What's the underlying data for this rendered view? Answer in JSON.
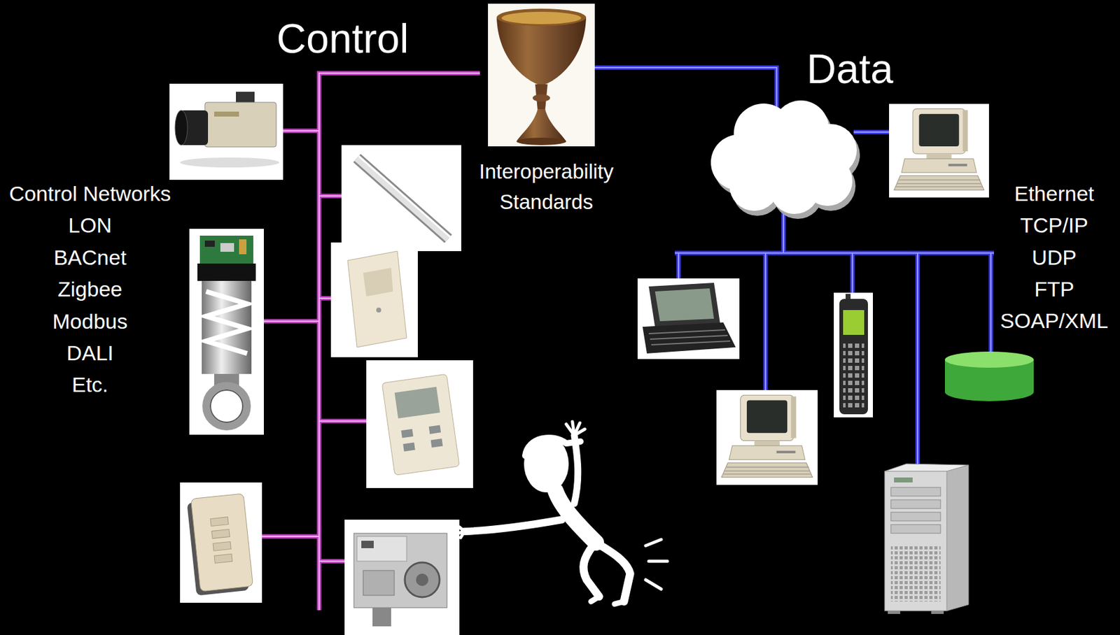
{
  "diagram": {
    "nodes": [
      {
        "text": [
          "Interoperability Standards"
        ]
      }
    ],
    "labels": [
      "Control",
      "Data",
      "Control Networks",
      "LON",
      "BACnet",
      "Zigbee",
      "Modbus",
      "DALI",
      "Etc.",
      "Ethernet",
      "TCP/IP",
      "UDP",
      "FTP",
      "SOAP/XML"
    ]
  }
}
